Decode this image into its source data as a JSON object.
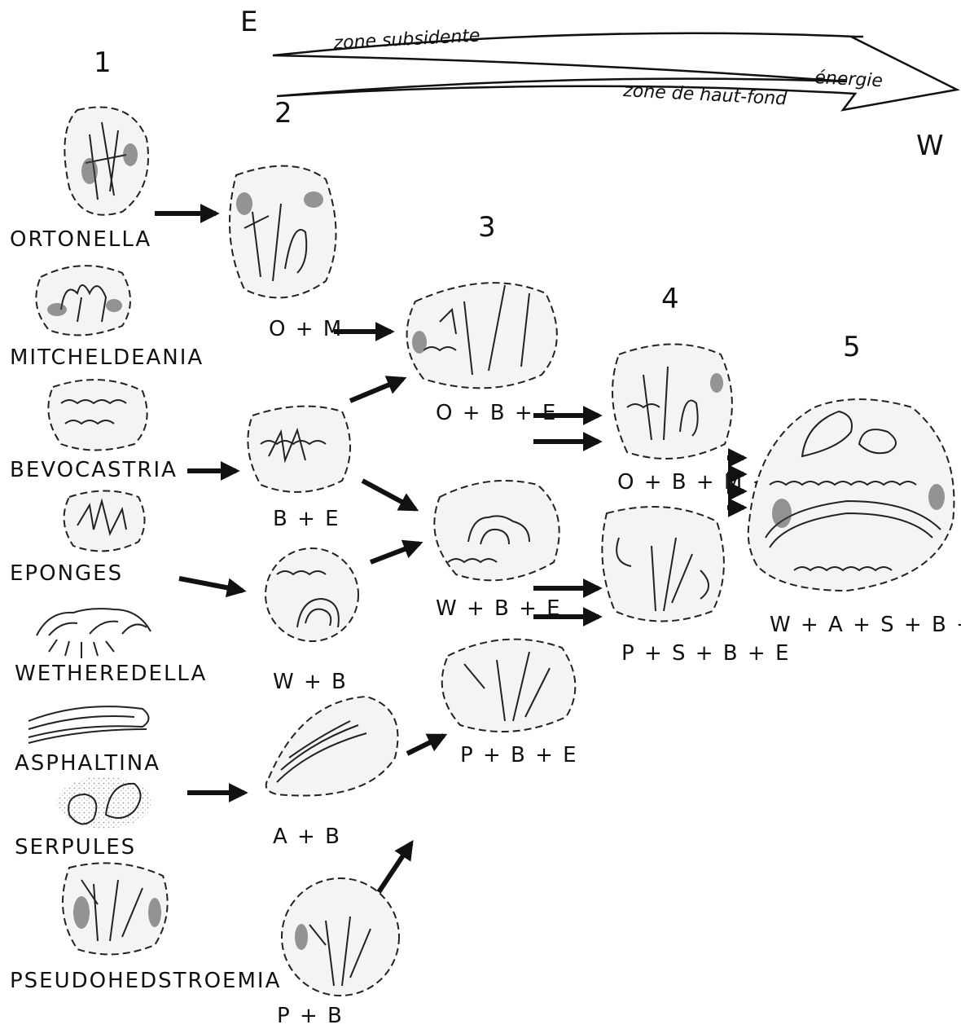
{
  "header": {
    "left_letter": "E",
    "right_letter": "W",
    "zone_top": "zone subsidente",
    "energy": "énergie",
    "zone_bottom": "zone de haut-fond"
  },
  "stages": [
    "1",
    "2",
    "3",
    "4",
    "5"
  ],
  "organisms": [
    "ORTONELLA",
    "MITCHELDEANIA",
    "BEVOCASTRIA",
    "EPONGES",
    "WETHEREDELLA",
    "ASPHALTINA",
    "SERPULES",
    "PSEUDOHEDSTROEMIA"
  ],
  "stage2": [
    "O + M",
    "B + E",
    "W + B",
    "A + B",
    "P + B"
  ],
  "stage3": [
    "O + B + E",
    "W + B + E",
    "P + B + E"
  ],
  "stage4": [
    "O + B + M + E",
    "P + S + B + E"
  ],
  "stage5": [
    "W + A + S + B + E"
  ]
}
